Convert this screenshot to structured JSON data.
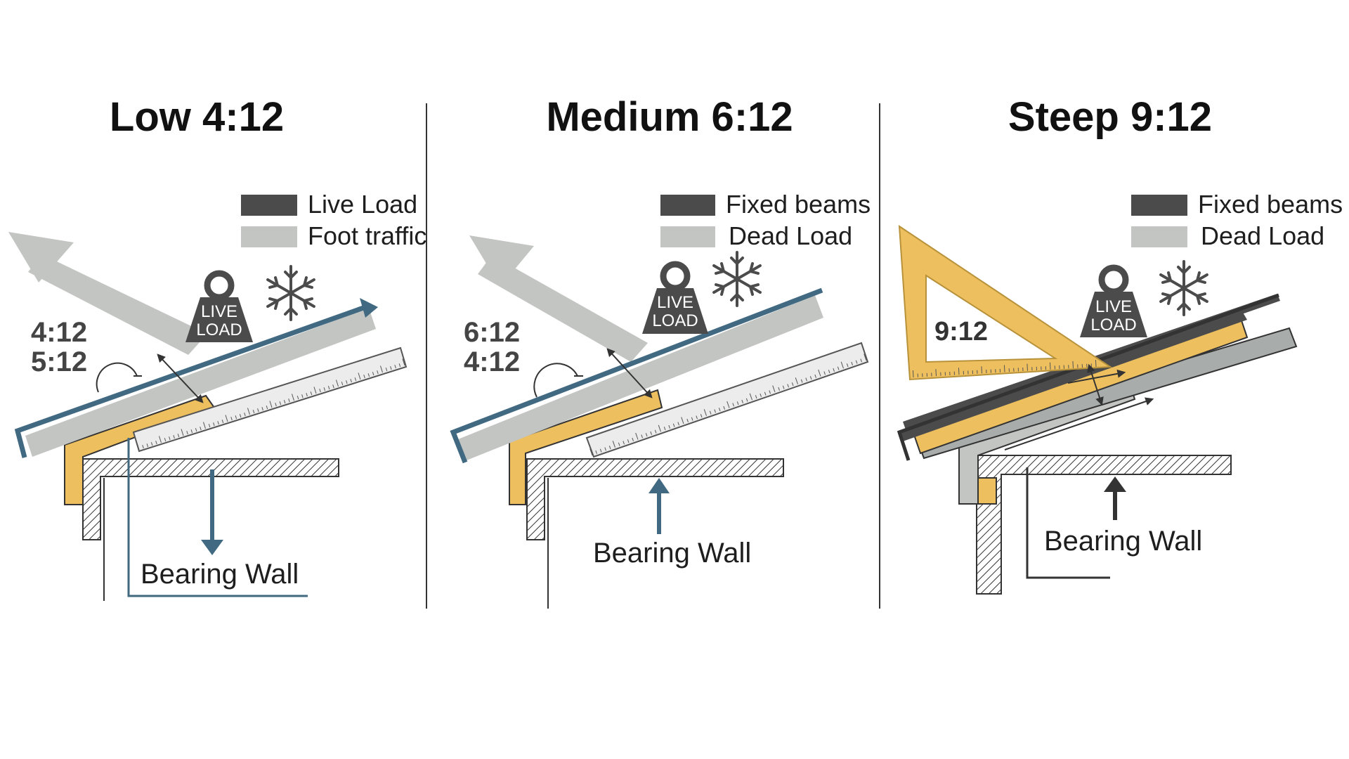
{
  "panels": [
    {
      "title": "Low 4:12",
      "legend": [
        "Live Load",
        "Foot traffic"
      ],
      "ratios": [
        "4:12",
        "5:12"
      ],
      "weight_label": [
        "LIVE",
        "LOAD"
      ],
      "wall_label": "Bearing Wall"
    },
    {
      "title": "Medium 6:12",
      "legend": [
        "Fixed beams",
        "Dead Load"
      ],
      "ratios": [
        "6:12",
        "4:12"
      ],
      "weight_label": [
        "LIVE",
        "LOAD"
      ],
      "wall_label": "Bearing Wall"
    },
    {
      "title": "Steep 9:12",
      "legend": [
        "Fixed beams",
        "Dead Load"
      ],
      "triangle_label": "9:12",
      "weight_label": [
        "LIVE",
        "LOAD"
      ],
      "wall_label": "Bearing Wall"
    }
  ],
  "colors": {
    "dark": "#4b4b4b",
    "light": "#c3c5c2",
    "blue": "#416a82",
    "gold": "#eebf5e",
    "line": "#333333"
  },
  "icons": [
    "weight-icon",
    "snowflake-icon",
    "ruler-icon",
    "triangle-ruler-icon",
    "curved-arrow-icon",
    "arrow-icon"
  ]
}
